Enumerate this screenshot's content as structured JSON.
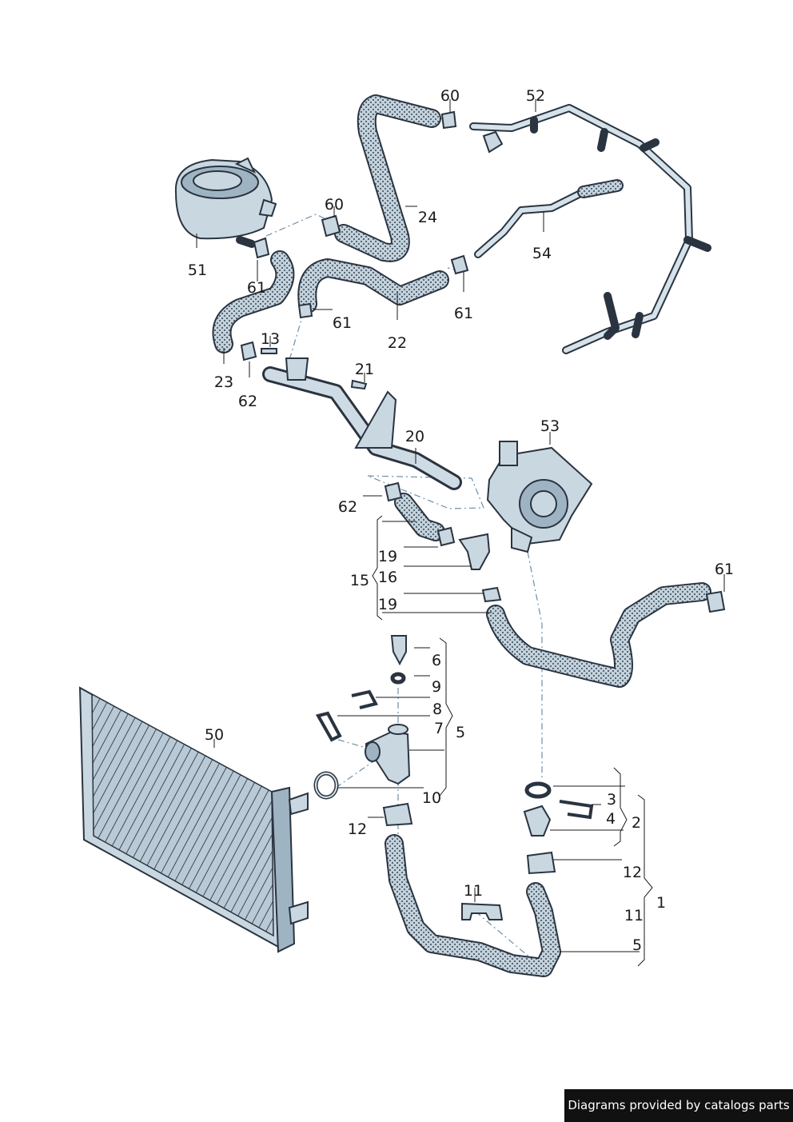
{
  "footer": {
    "credit": "Diagrams provided by catalogs parts"
  },
  "callouts": {
    "c60a": "60",
    "c52": "52",
    "c60b": "60",
    "c24": "24",
    "c54": "54",
    "c51": "51",
    "c61a": "61",
    "c61b": "61",
    "c22": "22",
    "c61c": "61",
    "c13": "13",
    "c23": "23",
    "c62a": "62",
    "c21": "21",
    "c53": "53",
    "c20": "20",
    "c62b": "62",
    "c19a": "19",
    "c15": "15",
    "c16": "16",
    "c19b": "19",
    "c61d": "61",
    "c6": "6",
    "c9": "9",
    "c8": "8",
    "c7": "7",
    "c5a": "5",
    "c50": "50",
    "c10": "10",
    "c12a": "12",
    "c3": "3",
    "c4": "4",
    "c2": "2",
    "c12b": "12",
    "c11a": "11",
    "c11b": "11",
    "c1": "1",
    "c5b": "5"
  }
}
